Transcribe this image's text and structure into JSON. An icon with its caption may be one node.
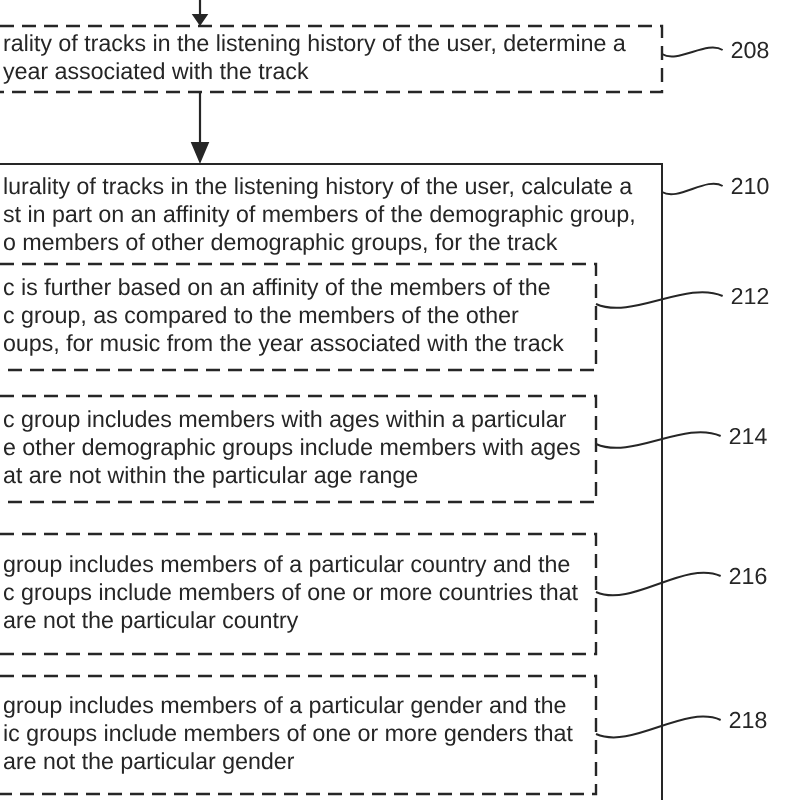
{
  "diagram": {
    "nodes": [
      {
        "text": [
          "rality of tracks in the listening history of the user, determine a year associated with the track"
        ]
      },
      {
        "text": [
          "208"
        ]
      },
      {
        "text": [
          "lurality of tracks in the listening history of the user, calculate a st in part on an affinity of members of the demographic group, o members of other demographic groups, for the track"
        ]
      },
      {
        "text": [
          "210"
        ]
      },
      {
        "text": [
          "c is further based on an affinity of the members of the c group, as compared to the members of the other oups, for music from the year associated with the track"
        ],
        "in": 2
      },
      {
        "text": [
          "212"
        ]
      },
      {
        "text": [
          "c group includes members with ages within a particular e other demographic groups include members with ages at are not within the particular age range"
        ],
        "in": 2
      },
      {
        "text": [
          "214"
        ]
      },
      {
        "text": [
          "group includes members of a particular country and the c groups include members of one or more countries that are not the particular country"
        ],
        "in": 2
      },
      {
        "text": [
          "216"
        ]
      },
      {
        "text": [
          "group includes members of a particular gender and the ic groups include members of one or more genders that are not the particular gender"
        ],
        "in": 2
      },
      {
        "text": [
          "218"
        ]
      }
    ],
    "edges": [
      {
        "from": null,
        "to": 0,
        "arrow": "to"
      },
      {
        "from": 0,
        "to": 2,
        "arrow": "to"
      },
      {
        "from": 1,
        "to": 0,
        "arrow": "none"
      },
      {
        "from": 3,
        "to": 2,
        "arrow": "none"
      },
      {
        "from": 5,
        "to": 4,
        "arrow": "none"
      },
      {
        "from": 7,
        "to": 6,
        "arrow": "none"
      },
      {
        "from": 9,
        "to": 8,
        "arrow": "none"
      },
      {
        "from": 11,
        "to": 10,
        "arrow": "none"
      }
    ]
  }
}
